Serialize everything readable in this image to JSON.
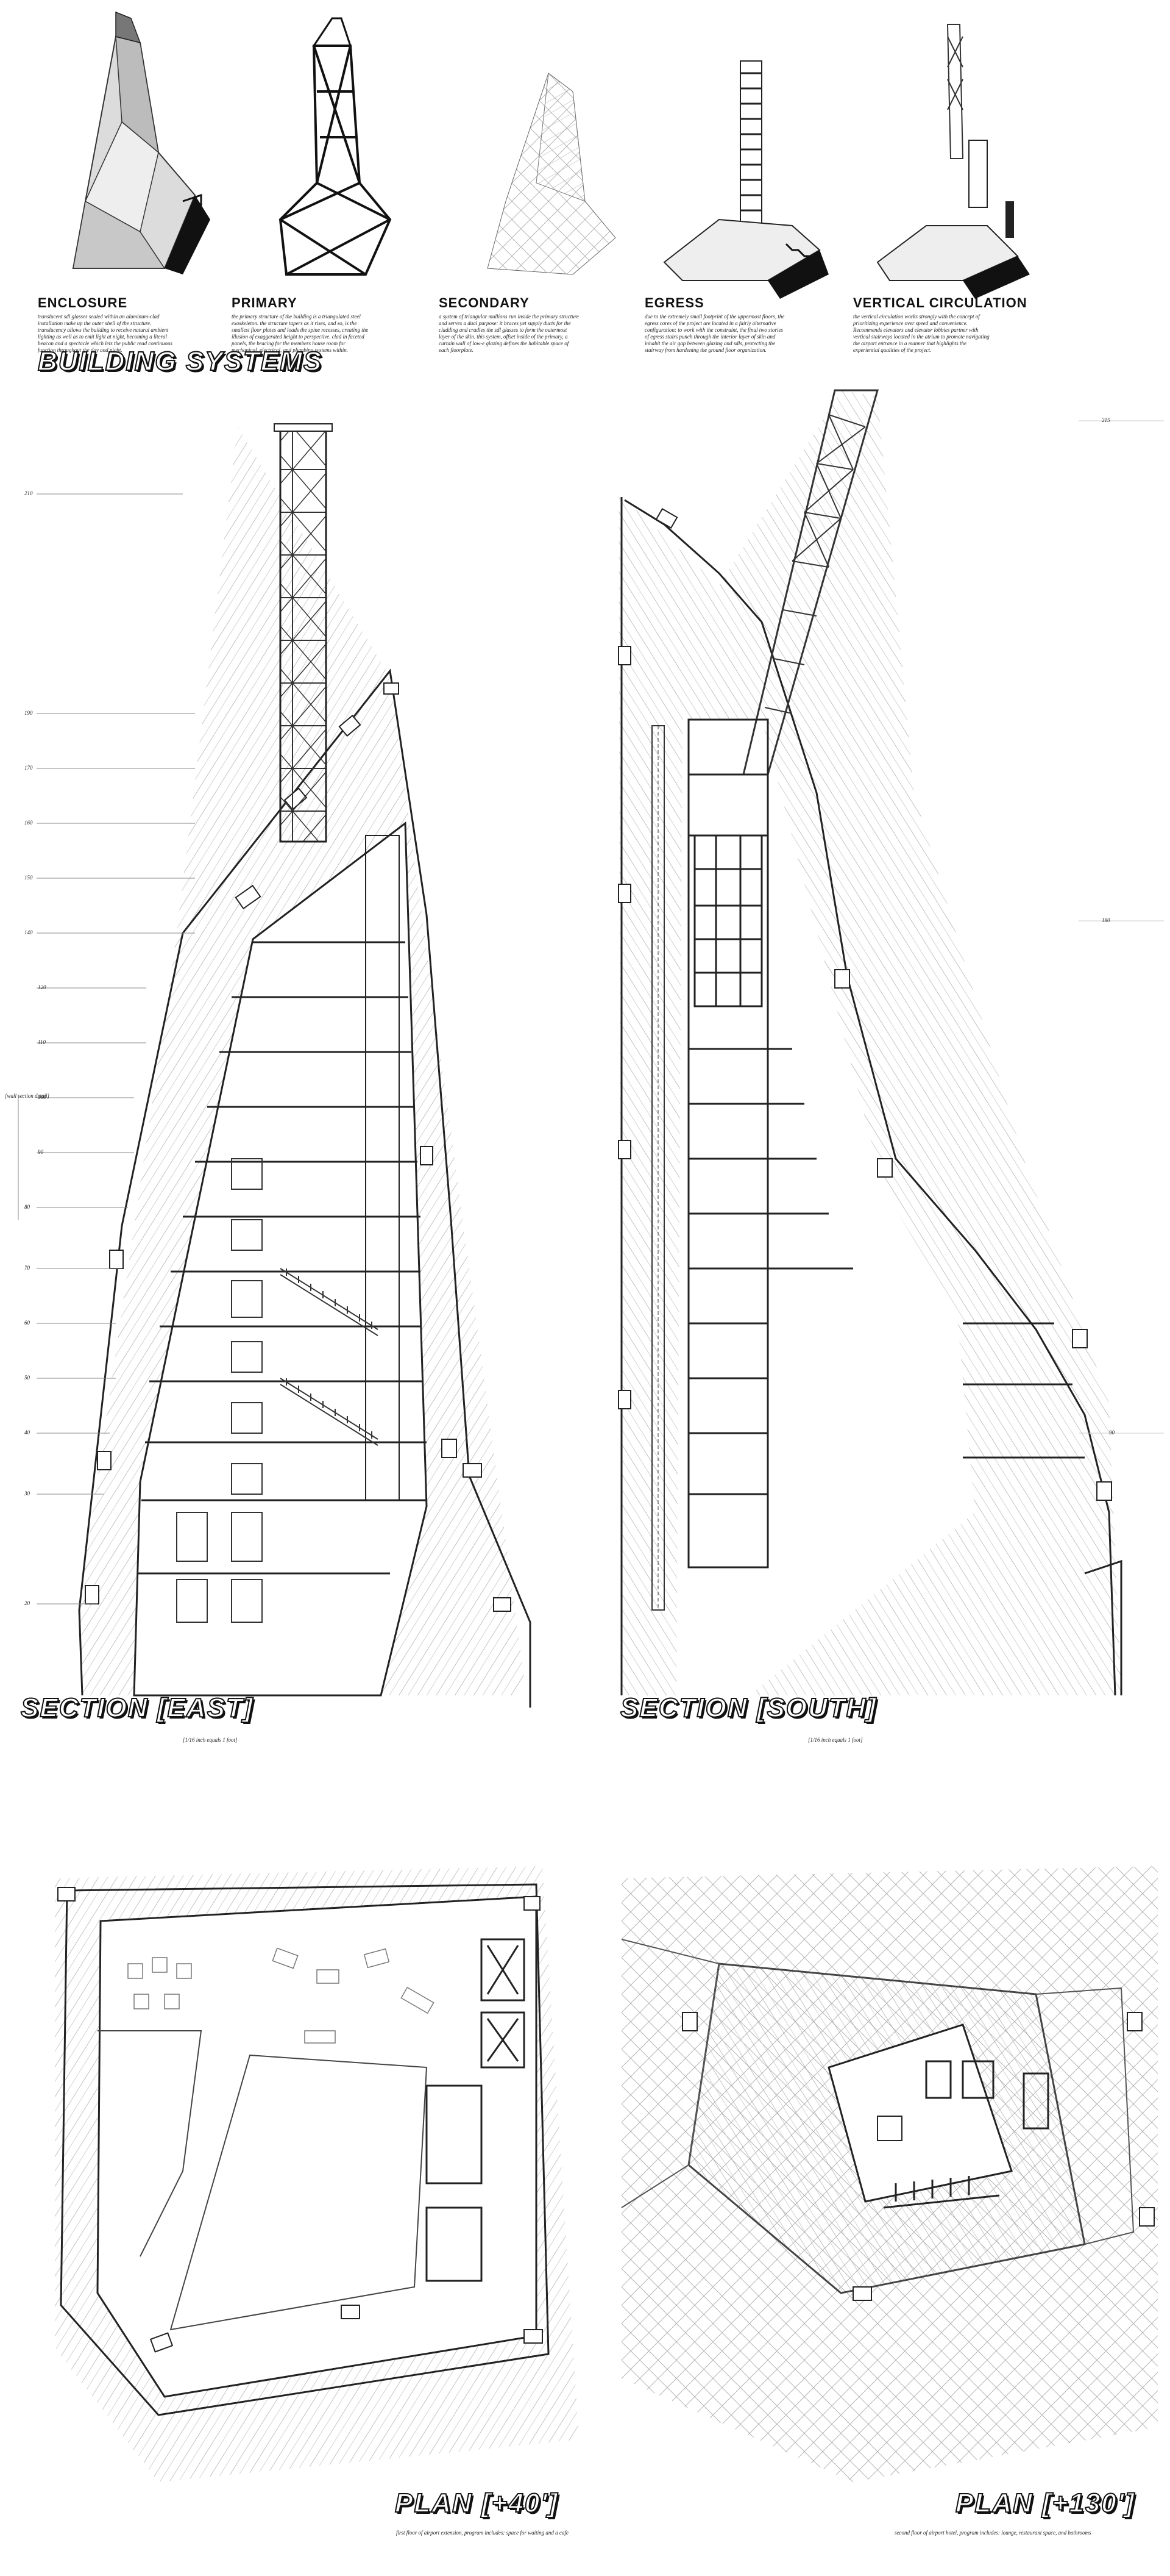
{
  "systems": [
    {
      "title": "ENCLOSURE",
      "desc": "translucent sdl glasses sealed within an aluminum-clad installation make up the outer shell of the structure. translucency allows the building to receive natural ambient lighting as well as to emit light at night, becoming a literal beacon and a spectacle which lets the public read continuous function throughout the day and night."
    },
    {
      "title": "PRIMARY",
      "desc": "the primary structure of the building is a triangulated steel exoskeleton. the structure tapers as it rises, and so, is the smallest floor plates and loads the spine recesses, creating the illusion of exaggerated height to perspective. clad in faceted panels, the bracing for the members house room for mechanical, electrical, and plumbing systems within."
    },
    {
      "title": "SECONDARY",
      "desc": "a system of triangular mullions run inside the primary structure and serves a dual purpose: it braces yet supply ducts for the cladding and cradles the sdl glasses to form the outermost layer of the skin. this system, offset inside of the primary, a curtain wall of low-e glazing defines the habitable space of each floorplate."
    },
    {
      "title": "EGRESS",
      "desc": "due to the extremely small footprint of the uppermost floors, the egress cores of the project are located in a fairly alternative configuration: to work with the constraint, the final two stories of egress stairs punch through the interior layer of skin and inhabit the air gap between glazing and sdls, protecting the stairway from hardening the ground floor organization."
    },
    {
      "title": "VERTICAL CIRCULATION",
      "desc": "the vertical circulation works strongly with the concept of prioritizing experience over speed and convenience. Recommends elevators and elevator lobbies partner with vertical stairways located in the atrium to promote navigating the airport entrance in a manner that highlights the experiential qualities of the project."
    }
  ],
  "headings": {
    "building_systems": "BUILDING SYSTEMS",
    "section_east": "SECTION [EAST]",
    "section_south": "SECTION [SOUTH]",
    "plan_40": "PLAN [+40']",
    "plan_130": "PLAN [+130']"
  },
  "captions": {
    "section_east": "[1/16 inch equals 1 foot]",
    "section_south": "[1/16 inch equals 1 foot]",
    "plan_40": "first floor of airport extension, program includes: space for waiting and a cafe",
    "plan_130": "second floor of airport hotel, program includes: lounge, restaurant space, and bathrooms"
  },
  "east_levels": [
    "210",
    "190",
    "170",
    "160",
    "150",
    "140",
    "120",
    "110",
    "100",
    "90",
    "80",
    "70",
    "60",
    "50",
    "40",
    "30",
    "20"
  ],
  "south_levels": [
    "215",
    "180",
    "90"
  ],
  "notes": {
    "wall_detail": "[wall section detail]"
  },
  "colors": {
    "line": "#222222",
    "fine": "#999999",
    "fill": "#dddddd"
  }
}
